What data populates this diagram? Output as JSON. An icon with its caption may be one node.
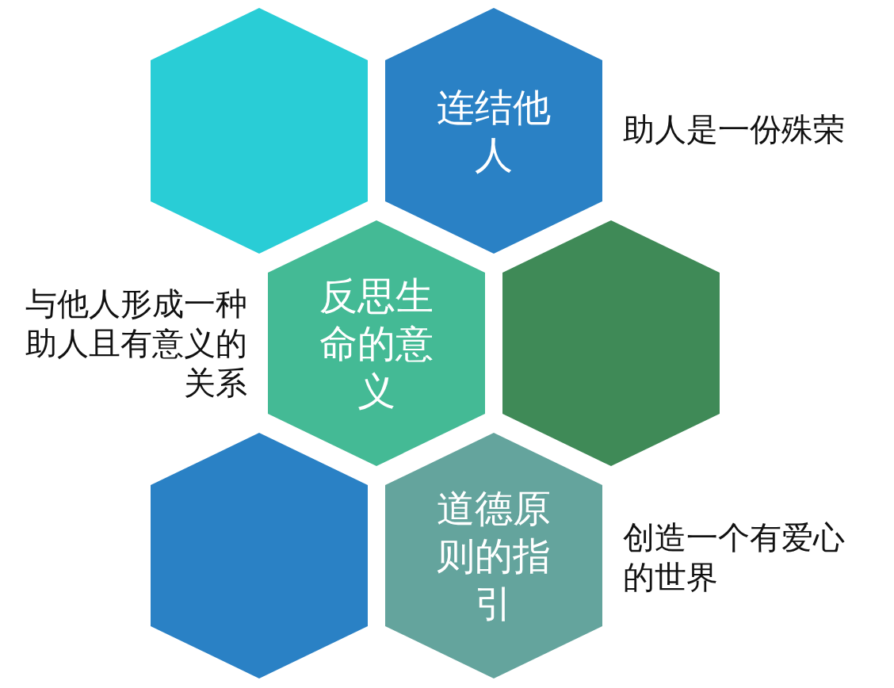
{
  "diagram": {
    "nodes": [
      {
        "text": [],
        "shape": "hexagon"
      },
      {
        "text": [
          "连结他人"
        ],
        "beside": [
          "助人是一份殊荣"
        ]
      },
      {
        "text": [
          "反思生命的意义"
        ],
        "beside": [
          "与他人形成一种助人且有意义的关系"
        ]
      },
      {
        "text": [],
        "shape": "hexagon"
      },
      {
        "text": [],
        "shape": "hexagon"
      },
      {
        "text": [
          "道德原则的指引"
        ],
        "beside": [
          "创造一个有爱心的世界"
        ]
      }
    ]
  }
}
